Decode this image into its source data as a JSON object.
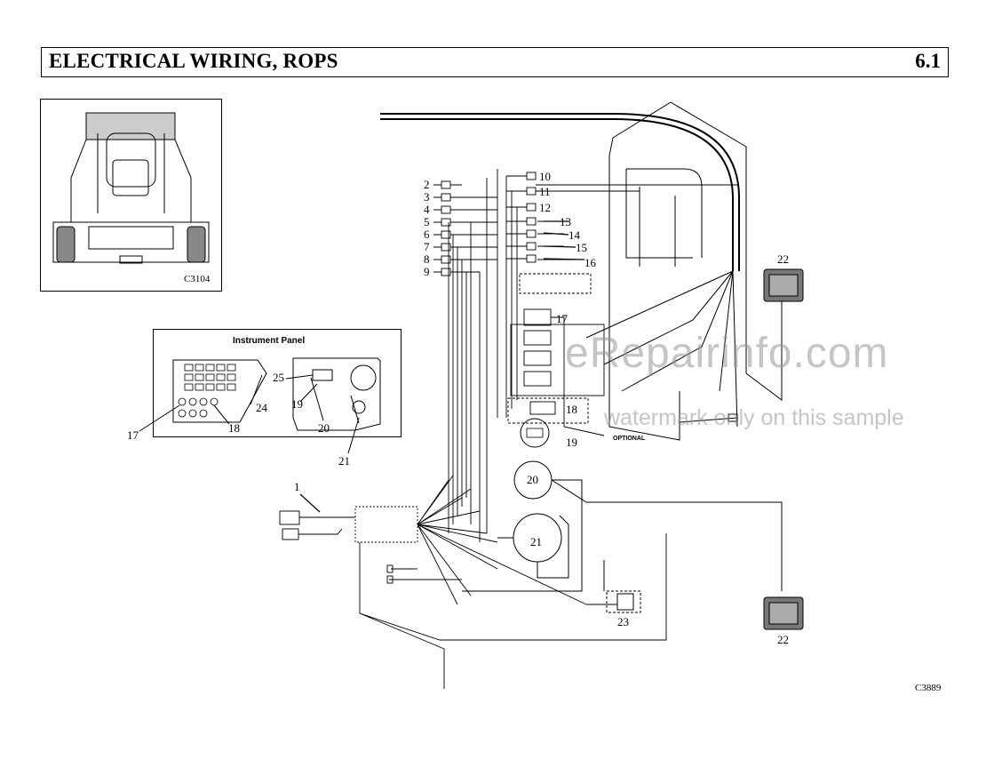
{
  "header": {
    "title": "ELECTRICAL WIRING, ROPS",
    "section": "6.1"
  },
  "inset": {
    "code": "C3104"
  },
  "instrument_panel": {
    "title": "Instrument Panel",
    "labels": [
      "25",
      "24",
      "19",
      "20",
      "17",
      "18",
      "21"
    ]
  },
  "diagram": {
    "connector_labels": [
      "2",
      "3",
      "4",
      "5",
      "6",
      "7",
      "8",
      "9",
      "10",
      "11",
      "12",
      "13",
      "14",
      "15",
      "16"
    ],
    "component_labels": [
      "1",
      "17",
      "18",
      "19",
      "20",
      "21",
      "22",
      "22",
      "23"
    ],
    "optional_text": "OPTIONAL",
    "code": "C3889"
  },
  "watermark": {
    "line1": "eRepairinfo.com",
    "line2": "watermark only on this sample"
  },
  "colors": {
    "line": "#000000",
    "watermark": "#969696"
  }
}
